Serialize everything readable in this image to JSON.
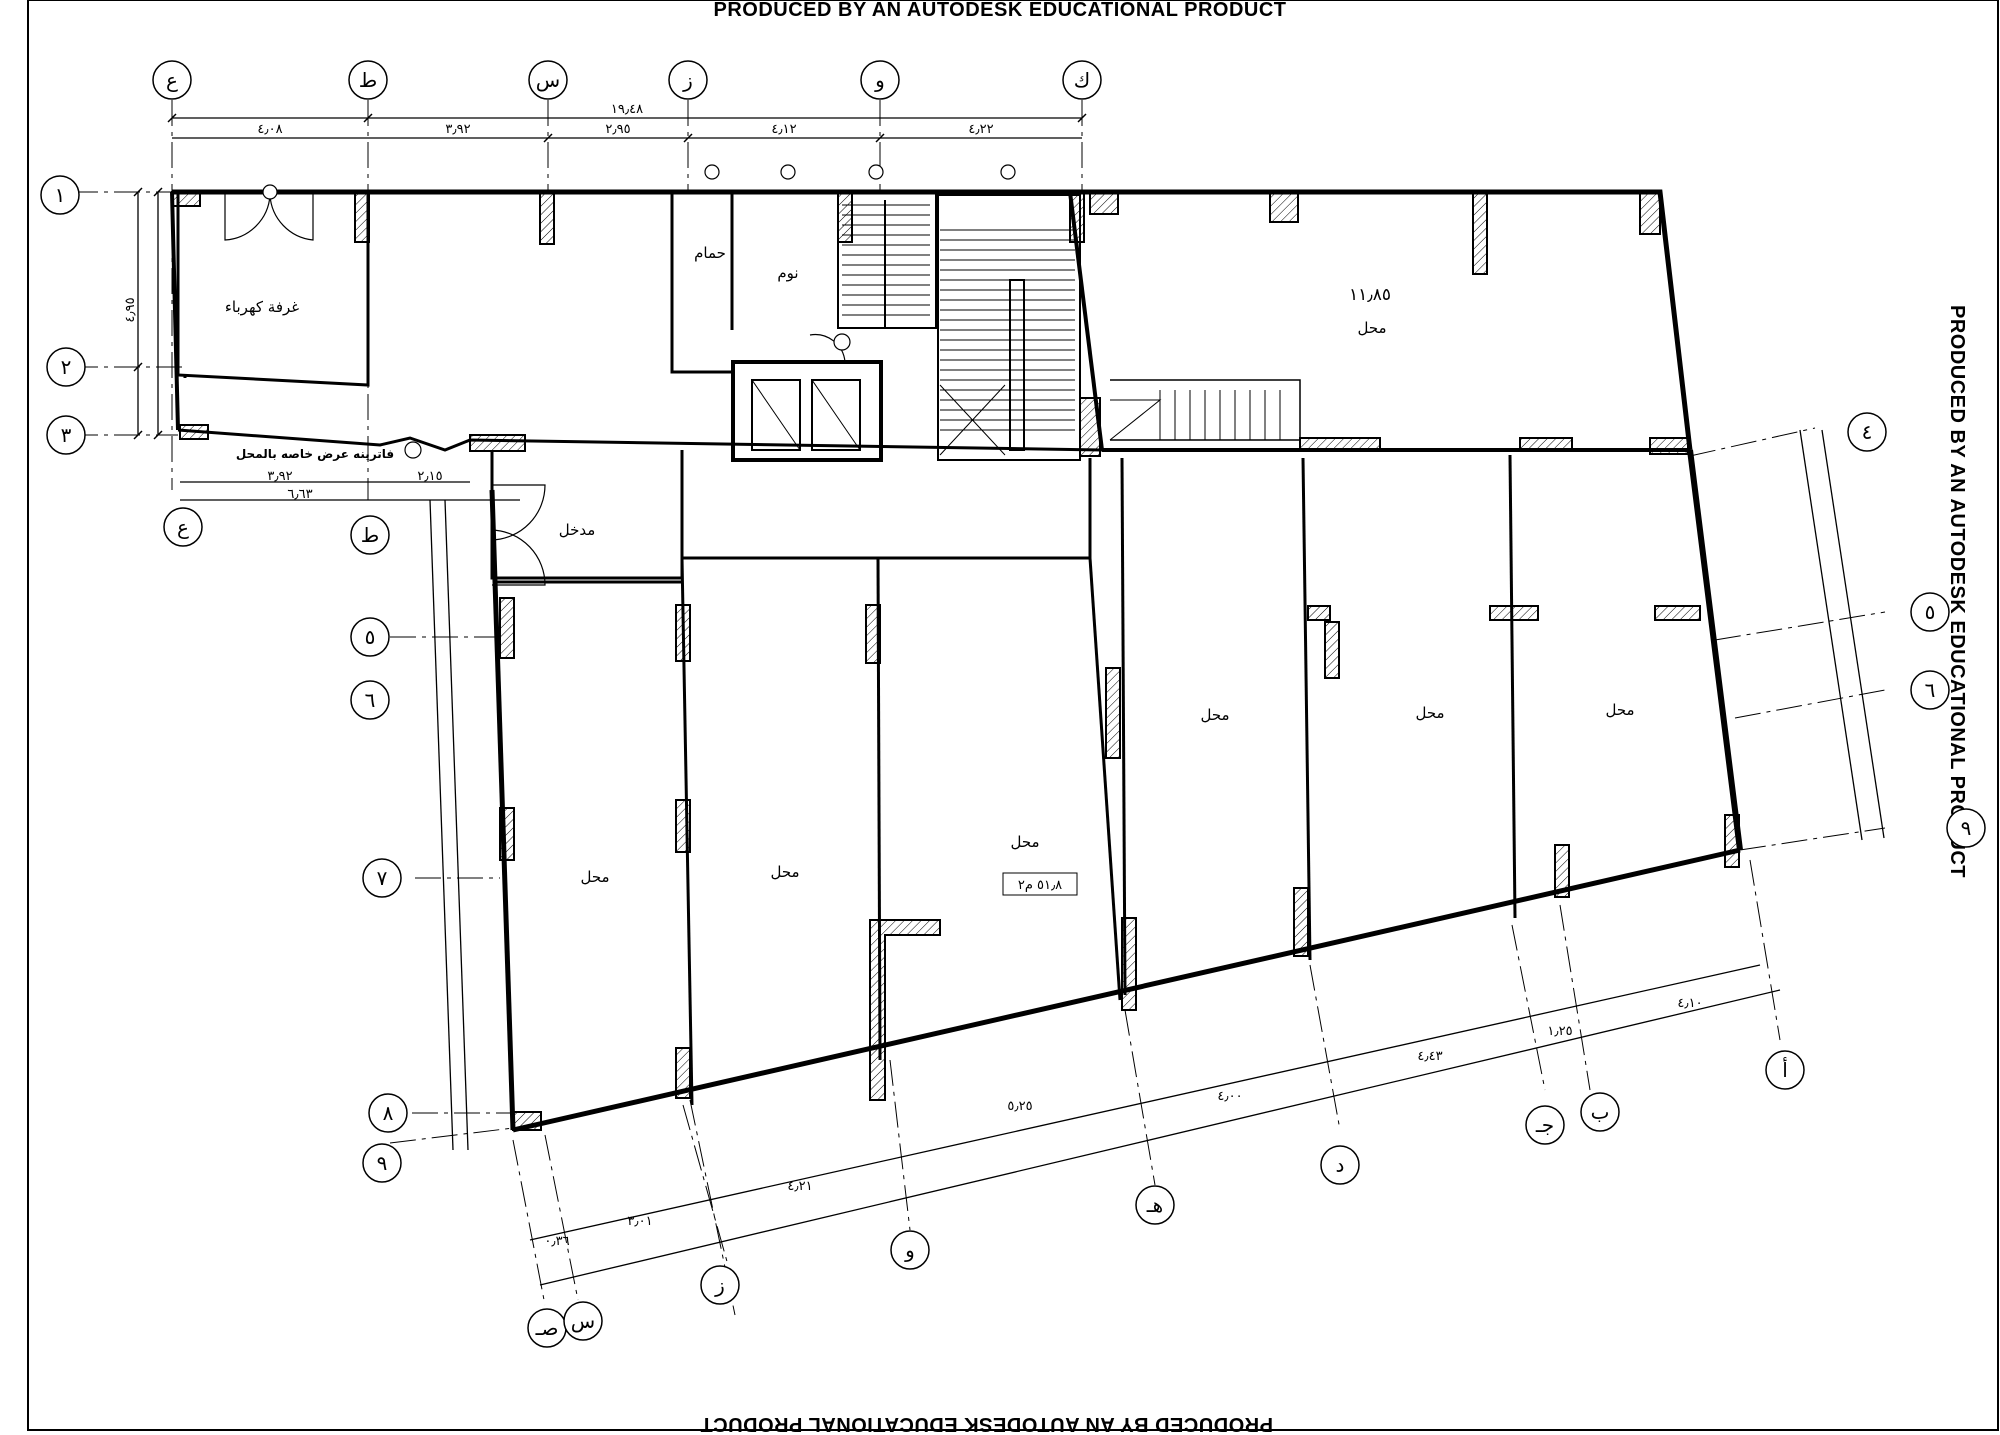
{
  "watermark": "PRODUCED BY AN AUTODESK EDUCATIONAL PRODUCT",
  "grid_top": [
    "ع",
    "ط",
    "س",
    "ز",
    "و",
    "ك"
  ],
  "grid_left": [
    "١",
    "٢",
    "٣",
    "ع",
    "ط"
  ],
  "grid_left_lower": [
    "٥",
    "٦",
    "٧",
    "٨",
    "٩"
  ],
  "grid_right": [
    "٤",
    "٥",
    "٦",
    "٩"
  ],
  "grid_bottom": [
    "صـ",
    "س",
    "ز",
    "و",
    "هـ",
    "د",
    "جـ",
    "ب",
    "أ"
  ],
  "top_dims": {
    "total": "١٩٫٤٨",
    "parts": [
      "٤٫٠٨",
      "٣٫٩٢",
      "٢٫٩٥",
      "٤٫١٢",
      "٤٫٢٢"
    ]
  },
  "left_dims": [
    "٤٫٩٥",
    "٢٫١٥",
    "٣٫٩٢",
    "٦٫٦٣"
  ],
  "bottom_dims": [
    "٠٫٣٦",
    "٣٫٠١",
    "٤٫٢١",
    "٥٫٢٥",
    "٤٫٠٠",
    "٤٫٤٣",
    "١٫٢٥",
    "٤٫١٠"
  ],
  "rooms": {
    "electric": "غرفة كهرباء",
    "bath": "حمام",
    "sleep": "نوم",
    "entrance": "مدخل",
    "showcase": "فاترينه عرض خاصه بالمحل",
    "shop": "محل",
    "shop_area": "٥١٫٨ م٢",
    "big_shop_dim": "١١٫٨٥"
  }
}
